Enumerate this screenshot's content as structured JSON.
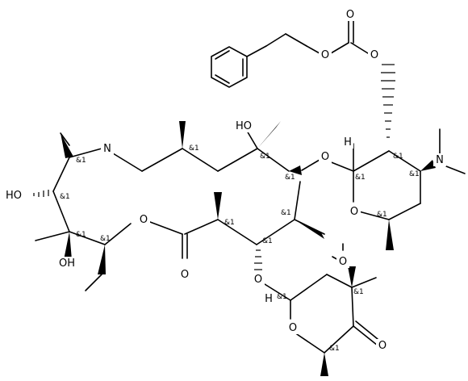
{
  "molecule": {
    "atoms": {
      "carbonyl_o": "O",
      "carbonate_o1": "O",
      "carbonate_o2": "O",
      "ring_n": "N",
      "ho_left": "HO",
      "ho_lower": "OH",
      "ho_mid": "HO",
      "lactone_o": "O",
      "lactone_co": "O",
      "glyco_o_top": "O",
      "glyco_o_bot": "O",
      "desosamine_o": "O",
      "desosamine_n": "N",
      "cladinose_ome": "O",
      "cladinose_ring_o": "O",
      "cladinose_keto": "O",
      "h_desosamine": "H",
      "h_cladinose": "H"
    },
    "stereo_label": "&1"
  }
}
